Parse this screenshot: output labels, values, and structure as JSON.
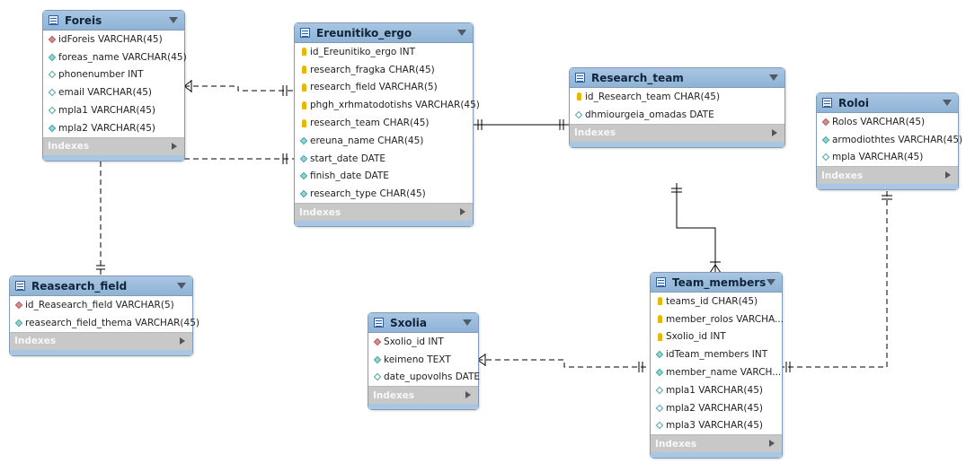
{
  "tables": {
    "foreis": {
      "name": "Foreis",
      "columns": [
        {
          "text": "idForeis VARCHAR(45)",
          "icon": "primary-key-diamond-icon"
        },
        {
          "text": "foreas_name VARCHAR(45)",
          "icon": "column-diamond-icon"
        },
        {
          "text": "phonenumber INT",
          "icon": "nullable-column-diamond-icon"
        },
        {
          "text": "email VARCHAR(45)",
          "icon": "nullable-column-diamond-icon"
        },
        {
          "text": "mpla1 VARCHAR(45)",
          "icon": "nullable-column-diamond-icon"
        },
        {
          "text": "mpla2 VARCHAR(45)",
          "icon": "column-diamond-icon"
        }
      ],
      "indexes": "Indexes"
    },
    "ereunitiko_ergo": {
      "name": "Ereunitiko_ergo",
      "columns": [
        {
          "text": "id_Ereunitiko_ergo INT",
          "icon": "key-icon"
        },
        {
          "text": "research_fragka CHAR(45)",
          "icon": "key-icon"
        },
        {
          "text": "research_field VARCHAR(5)",
          "icon": "key-icon"
        },
        {
          "text": "phgh_xrhmatodotishs VARCHAR(45)",
          "icon": "key-icon"
        },
        {
          "text": "research_team CHAR(45)",
          "icon": "key-icon"
        },
        {
          "text": "ereuna_name CHAR(45)",
          "icon": "column-diamond-icon"
        },
        {
          "text": "start_date DATE",
          "icon": "column-diamond-icon"
        },
        {
          "text": "finish_date DATE",
          "icon": "column-diamond-icon"
        },
        {
          "text": "research_type CHAR(45)",
          "icon": "column-diamond-icon"
        }
      ],
      "indexes": "Indexes"
    },
    "research_team": {
      "name": "Research_team",
      "columns": [
        {
          "text": "id_Research_team CHAR(45)",
          "icon": "key-icon"
        },
        {
          "text": "dhmiourgeia_omadas DATE",
          "icon": "nullable-column-diamond-icon"
        }
      ],
      "indexes": "Indexes"
    },
    "roloi": {
      "name": "Roloi",
      "columns": [
        {
          "text": "Rolos VARCHAR(45)",
          "icon": "primary-key-diamond-icon"
        },
        {
          "text": "armodiothtes VARCHAR(45)",
          "icon": "column-diamond-icon"
        },
        {
          "text": "mpla VARCHAR(45)",
          "icon": "nullable-column-diamond-icon"
        }
      ],
      "indexes": "Indexes"
    },
    "reasearch_field": {
      "name": "Reasearch_field",
      "columns": [
        {
          "text": "id_Reasearch_field VARCHAR(5)",
          "icon": "primary-key-diamond-icon"
        },
        {
          "text": "reasearch_field_thema VARCHAR(45)",
          "icon": "column-diamond-icon"
        }
      ],
      "indexes": "Indexes"
    },
    "sxolia": {
      "name": "Sxolia",
      "columns": [
        {
          "text": "Sxolio_id INT",
          "icon": "primary-key-diamond-icon"
        },
        {
          "text": "keimeno TEXT",
          "icon": "column-diamond-icon"
        },
        {
          "text": "date_upovolhs DATE",
          "icon": "nullable-column-diamond-icon"
        }
      ],
      "indexes": "Indexes"
    },
    "team_members": {
      "name": "Team_members",
      "columns": [
        {
          "text": "teams_id CHAR(45)",
          "icon": "key-icon"
        },
        {
          "text": "member_rolos VARCHA...",
          "icon": "key-icon"
        },
        {
          "text": "Sxolio_id INT",
          "icon": "key-icon"
        },
        {
          "text": "idTeam_members INT",
          "icon": "column-diamond-icon"
        },
        {
          "text": "member_name VARCH...",
          "icon": "column-diamond-icon"
        },
        {
          "text": "mpla1 VARCHAR(45)",
          "icon": "nullable-column-diamond-icon"
        },
        {
          "text": "mpla2 VARCHAR(45)",
          "icon": "nullable-column-diamond-icon"
        },
        {
          "text": "mpla3 VARCHAR(45)",
          "icon": "nullable-column-diamond-icon"
        }
      ],
      "indexes": "Indexes"
    }
  },
  "relationships": [
    {
      "from": "foreis",
      "to": "ereunitiko_ergo",
      "style": "dashed",
      "from_end": "one-to-many",
      "to_end": "one-only"
    },
    {
      "from": "foreis",
      "to": "ereunitiko_ergo",
      "style": "dashed",
      "from_end": "none",
      "to_end": "one-only"
    },
    {
      "from": "foreis",
      "to": "reasearch_field",
      "style": "dashed",
      "from_end": "none",
      "to_end": "one-only"
    },
    {
      "from": "ereunitiko_ergo",
      "to": "research_team",
      "style": "solid",
      "from_end": "one-only",
      "to_end": "one-only"
    },
    {
      "from": "research_team",
      "to": "team_members",
      "style": "solid",
      "from_end": "one-only",
      "to_end": "many"
    },
    {
      "from": "sxolia",
      "to": "team_members",
      "style": "dashed",
      "from_end": "one-to-many",
      "to_end": "one-only"
    },
    {
      "from": "roloi",
      "to": "team_members",
      "style": "dashed",
      "from_end": "one-only",
      "to_end": "one-only"
    }
  ],
  "colors": {
    "header": "#a9c6e3",
    "border": "#7f9db9",
    "indexes_bar": "#c8c8c8",
    "line": "#000000"
  }
}
